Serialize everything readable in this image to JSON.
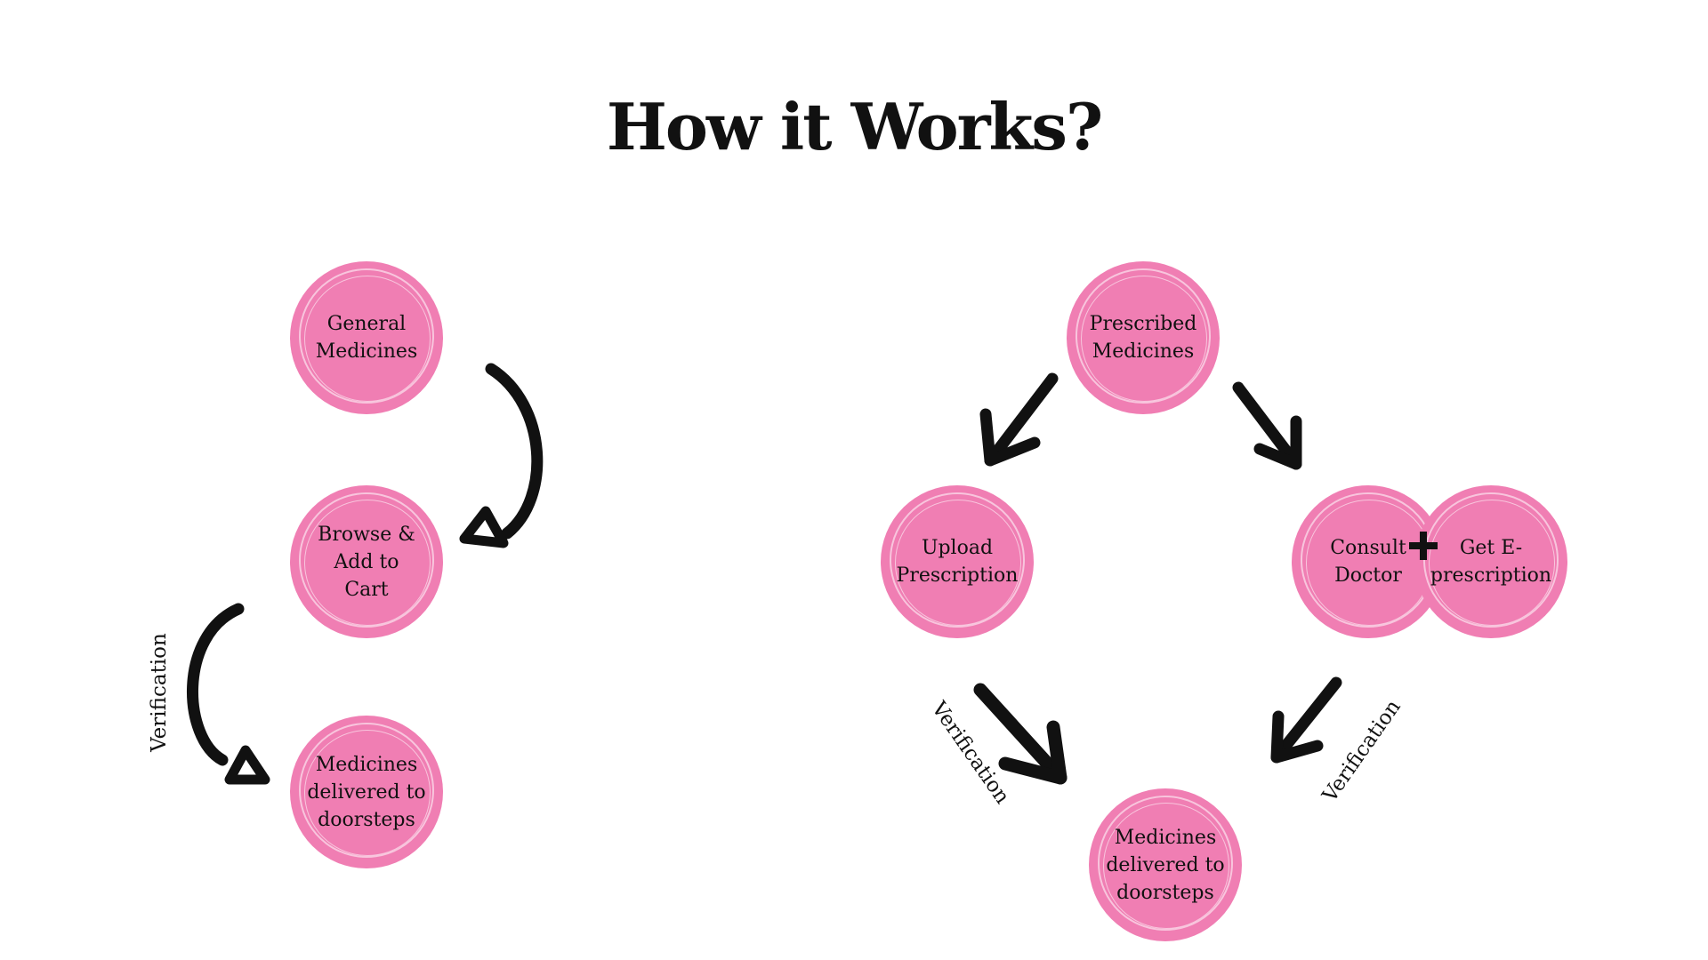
{
  "title": "How it Works?",
  "colors": {
    "circle": "#F07EB3",
    "ink": "#111111"
  },
  "nodes": {
    "general": "General\nMedicines",
    "browse": "Browse &\nAdd to\nCart",
    "delivered_left": "Medicines\ndelivered to\ndoorsteps",
    "prescribed": "Prescribed\nMedicines",
    "upload": "Upload\nPrescription",
    "consult": "Consult\nDoctor",
    "eprescription": "Get E-\nprescription",
    "delivered_right": "Medicines\ndelivered to\ndoorsteps"
  },
  "edge_labels": {
    "left_verification": "Verification",
    "right_verification_1": "Verification",
    "right_verification_2": "Verification"
  }
}
